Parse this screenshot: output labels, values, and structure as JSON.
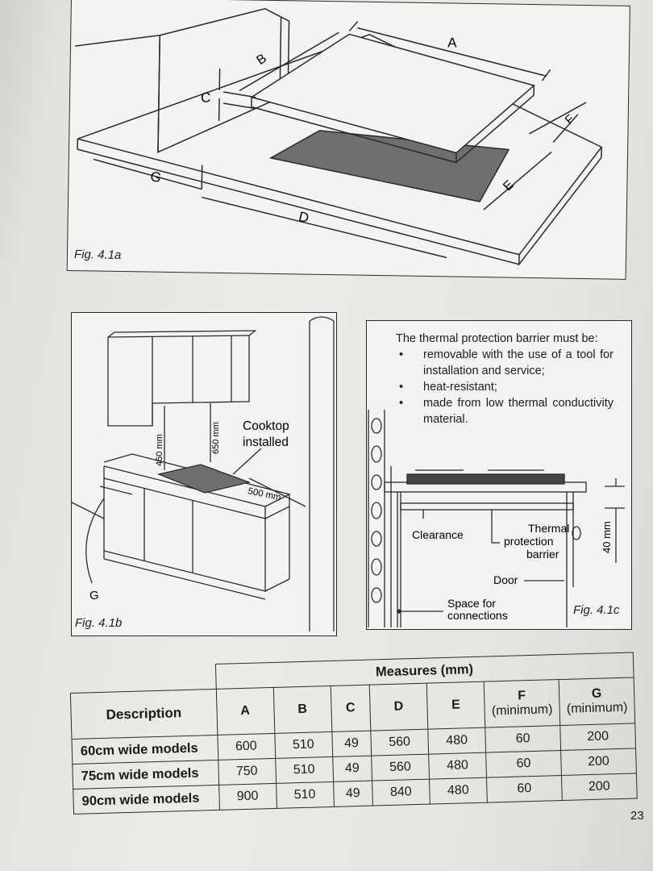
{
  "figures": {
    "fig_a": {
      "label": "Fig. 4.1a",
      "dims": {
        "a": "A",
        "b": "B",
        "c": "C",
        "d": "D",
        "e": "E",
        "f": "F",
        "g": "G"
      }
    },
    "fig_b": {
      "label": "Fig. 4.1b",
      "dim_450": "450 mm",
      "dim_650": "650 mm",
      "dim_500": "500 mm",
      "cooktop_line1": "Cooktop",
      "cooktop_line2": "installed",
      "g": "G"
    },
    "fig_c": {
      "label": "Fig. 4.1c",
      "intro": "The thermal protection barrier must be:",
      "bullets": [
        "removable with the use of a tool for installation and service;",
        "heat-resistant;",
        "made from low thermal conductivity material."
      ],
      "clearance": "Clearance",
      "thermal": "Thermal",
      "protection": "protection",
      "barrier": "barrier",
      "dim_40": "40 mm",
      "door": "Door",
      "space_for": "Space for",
      "connections": "connections"
    }
  },
  "table": {
    "group_header": "Measures (mm)",
    "description_header": "Description",
    "columns": [
      "A",
      "B",
      "C",
      "D",
      "E"
    ],
    "f_header": "F",
    "g_header": "G",
    "minimum": "(minimum)",
    "rows": [
      {
        "description": "60cm wide models",
        "values": [
          "600",
          "510",
          "49",
          "560",
          "480",
          "60",
          "200"
        ]
      },
      {
        "description": "75cm wide models",
        "values": [
          "750",
          "510",
          "49",
          "560",
          "480",
          "60",
          "200"
        ]
      },
      {
        "description": "90cm wide models",
        "values": [
          "900",
          "510",
          "49",
          "840",
          "480",
          "60",
          "200"
        ]
      }
    ]
  },
  "page_number": "23"
}
